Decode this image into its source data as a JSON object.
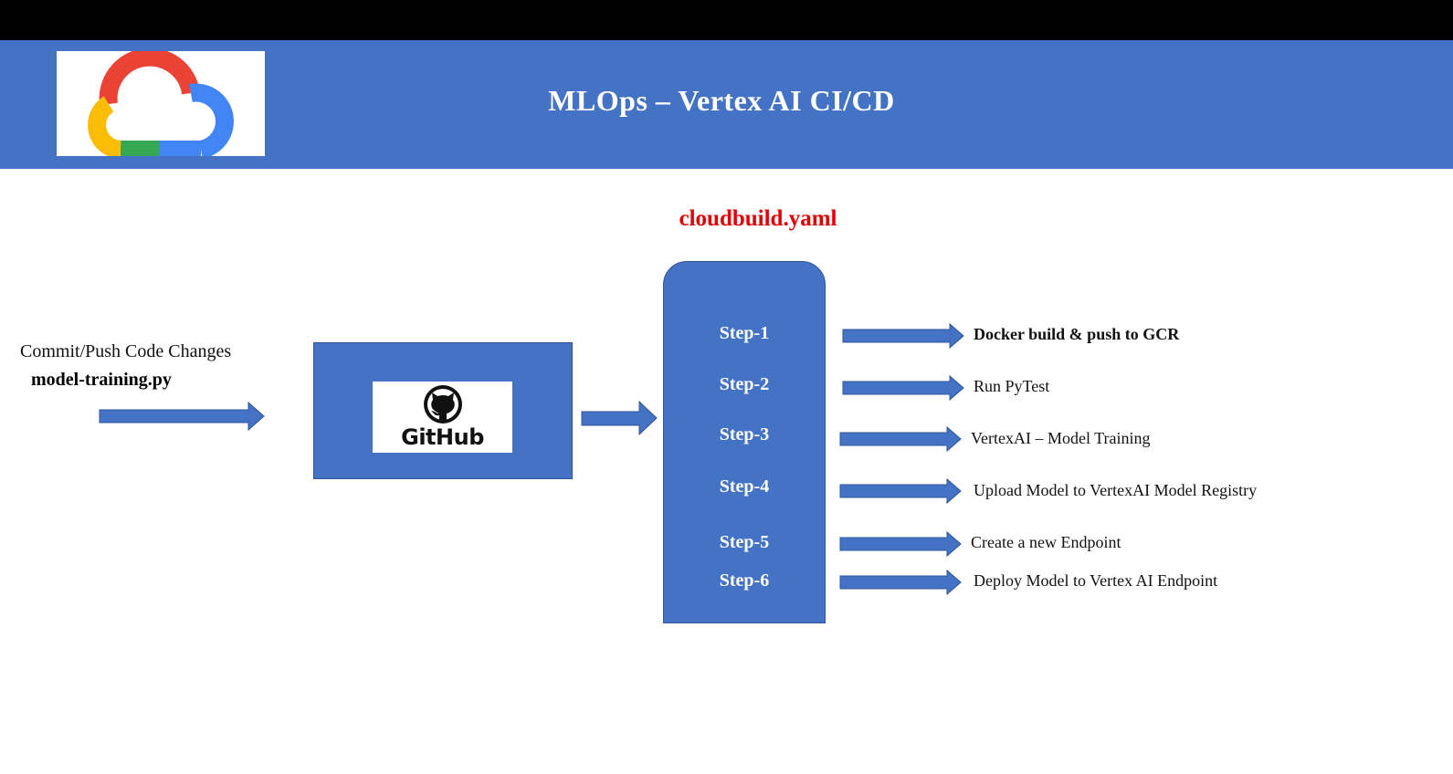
{
  "banner": {
    "title": "MLOps – Vertex AI CI/CD",
    "logo_icon": "google-cloud-logo-icon",
    "colors": {
      "banner": "#4472C4",
      "topbar": "#000000"
    }
  },
  "input": {
    "label": "Commit/Push Code Changes",
    "file": "model-training.py"
  },
  "repo": {
    "name": "GitHub",
    "icon": "github-octocat-icon"
  },
  "pipeline": {
    "file": "cloudbuild.yaml",
    "file_color": "#E00000",
    "steps": [
      {
        "label": "Step-1",
        "description": "Docker build & push to GCR"
      },
      {
        "label": "Step-2",
        "description": "Run PyTest"
      },
      {
        "label": "Step-3",
        "description": "VertexAI – Model Training"
      },
      {
        "label": "Step-4",
        "description": "Upload Model to VertexAI Model Registry"
      },
      {
        "label": "Step-5",
        "description": "Create a new Endpoint"
      },
      {
        "label": "Step-6",
        "description": "Deploy Model to Vertex AI Endpoint"
      }
    ]
  }
}
